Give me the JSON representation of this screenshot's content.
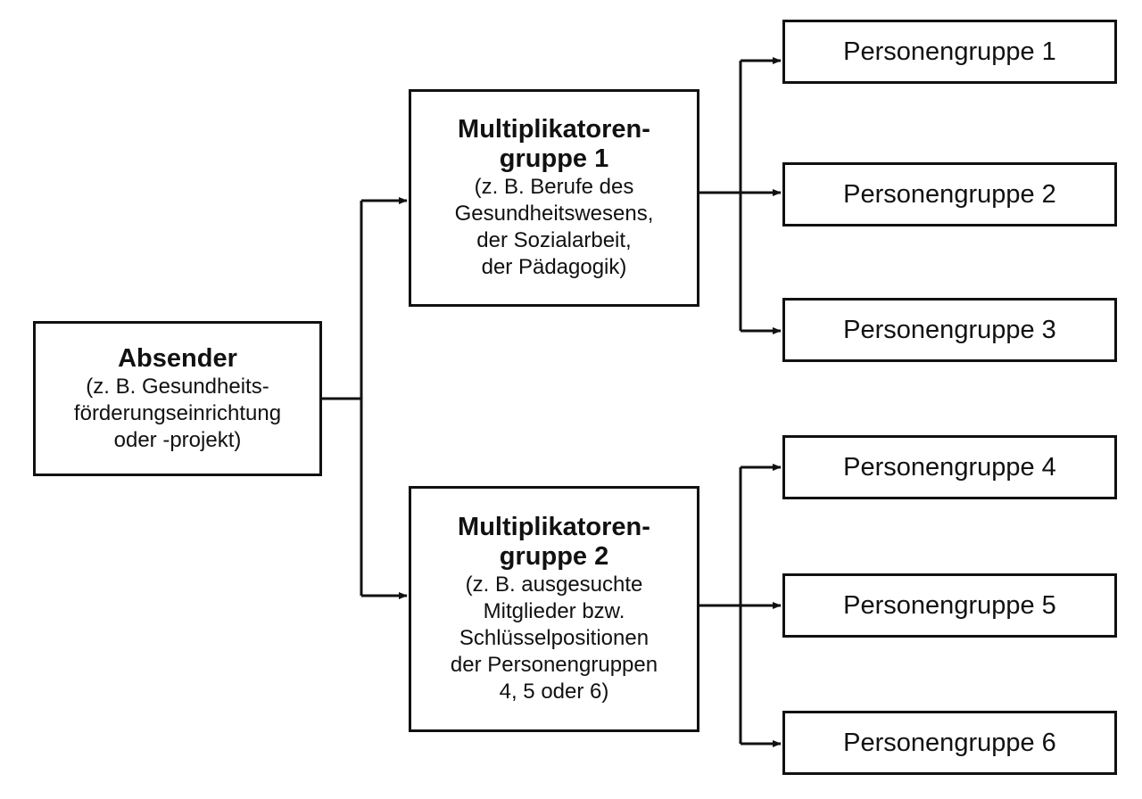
{
  "sender": {
    "title": "Absender",
    "desc": [
      "(z. B. Gesundheits-",
      "förderungseinrichtung",
      "oder -projekt)"
    ]
  },
  "multipliers": [
    {
      "title": [
        "Multiplikatoren-",
        "gruppe 1"
      ],
      "desc": [
        "(z. B. Berufe des",
        "Gesundheitswesens,",
        "der Sozialarbeit,",
        "der Pädagogik)"
      ]
    },
    {
      "title": [
        "Multiplikatoren-",
        "gruppe 2"
      ],
      "desc": [
        "(z. B. ausgesuchte",
        "Mitglieder bzw.",
        "Schlüsselpositionen",
        "der Personengruppen",
        "4, 5 oder 6)"
      ]
    }
  ],
  "targets": [
    "Personengruppe 1",
    "Personengruppe 2",
    "Personengruppe 3",
    "Personengruppe 4",
    "Personengruppe 5",
    "Personengruppe 6"
  ],
  "colors": {
    "line": "#111111",
    "box_border": "#111111",
    "background": "#ffffff"
  }
}
